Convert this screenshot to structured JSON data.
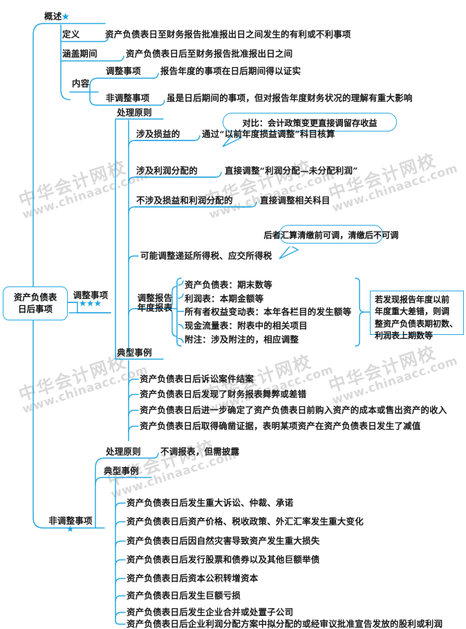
{
  "meta": {
    "title": "资产负债表日后事项 思维导图",
    "accent": "#29a8e0",
    "text_color": "#1a1a1a",
    "background": "#ffffff",
    "watermark_color": "#d9d9d9"
  },
  "root": {
    "line1": "资产负债表",
    "line2": "日后事项"
  },
  "star_glyph": "★",
  "overview": {
    "label": "概述",
    "stars": "★",
    "children": [
      {
        "label": "定义",
        "detail": "资产负债表日至财务报告批准报出日之间发生的有利或不利事项"
      },
      {
        "label": "涵盖期间",
        "detail": "资产负债表日后至财务报告批准报出日之间"
      },
      {
        "label": "内容",
        "children": [
          {
            "label": "调整事项",
            "detail": "报告年度的事项在日后期间得以证实"
          },
          {
            "label": "非调整事项",
            "detail": "虽是日后期间的事项，但对报告年度财务状况的理解有重大影响"
          }
        ]
      }
    ]
  },
  "adjusting": {
    "label": "调整事项",
    "stars": "★★★",
    "principles": {
      "label": "处理原则",
      "callout": "对比：会计政策变更直接调留存收益",
      "items": [
        {
          "label": "涉及损益的",
          "detail": "通过“以前年度损益调整”科目核算"
        },
        {
          "label": "涉及利润分配的",
          "detail": "直接调整“利润分配—未分配利润”"
        },
        {
          "label": "不涉及损益和利润分配的",
          "detail": "直接调整相关科目"
        }
      ],
      "tax_callout": "后者汇算清缴前可调，清缴后不可调",
      "tax_item": "可能调整递延所得税、应交所得税",
      "statements": {
        "label_line1": "调整报告",
        "label_line2": "年度报表",
        "items": [
          "资产负债表：期末数等",
          "利润表：本期金额等",
          "所有者权益变动表：本年各栏目的发生额等",
          "现金流量表：附表中的相关项目",
          "附注：涉及附注的，相应调整"
        ],
        "note_box": "若发现报告年度以前年度重大差错，则调整资产负债表期初数、利润表上期数等",
        "note_box_lines": [
          "若发现报告年度以前",
          "年度重大差错，则调",
          "整资产负债表期初数、",
          "利润表上期数等"
        ]
      }
    },
    "examples": {
      "label": "典型事例",
      "items": [
        "资产负债表日后诉讼案件结案",
        "资产负债表日后发现了财务报表舞弊或差错",
        "资产负债表日后进一步确定了资产负债表日前购入资产的成本或售出资产的收入",
        "资产负债表日后取得确凿证据，表明某项资产在资产负债表日发生了减值"
      ]
    }
  },
  "nonadjusting": {
    "label": "非调整事项",
    "stars": "★",
    "principles": {
      "label": "处理原则",
      "detail": "不调报表，但需披露"
    },
    "examples": {
      "label": "典型事例",
      "items": [
        "资产负债表日后发生重大诉讼、仲裁、承诺",
        "资产负债表日后资产价格、税收政策、外汇汇率发生重大变化",
        "资产负债表日后因自然灾害导致资产发生重大损失",
        "资产负债表日后发行股票和债券以及其他巨额举债",
        "资产负债表日后资本公积转增资本",
        "资产负债表日后发生巨额亏损",
        "资产负债表日后发生企业合并或处置子公司",
        "资产负债表日后企业利润分配方案中拟分配的或经审议批准宣告发放的股利或利润"
      ]
    }
  },
  "watermarks": [
    {
      "text": "中华会计网校"
    },
    {
      "text": "www.chinaacc.com"
    }
  ]
}
